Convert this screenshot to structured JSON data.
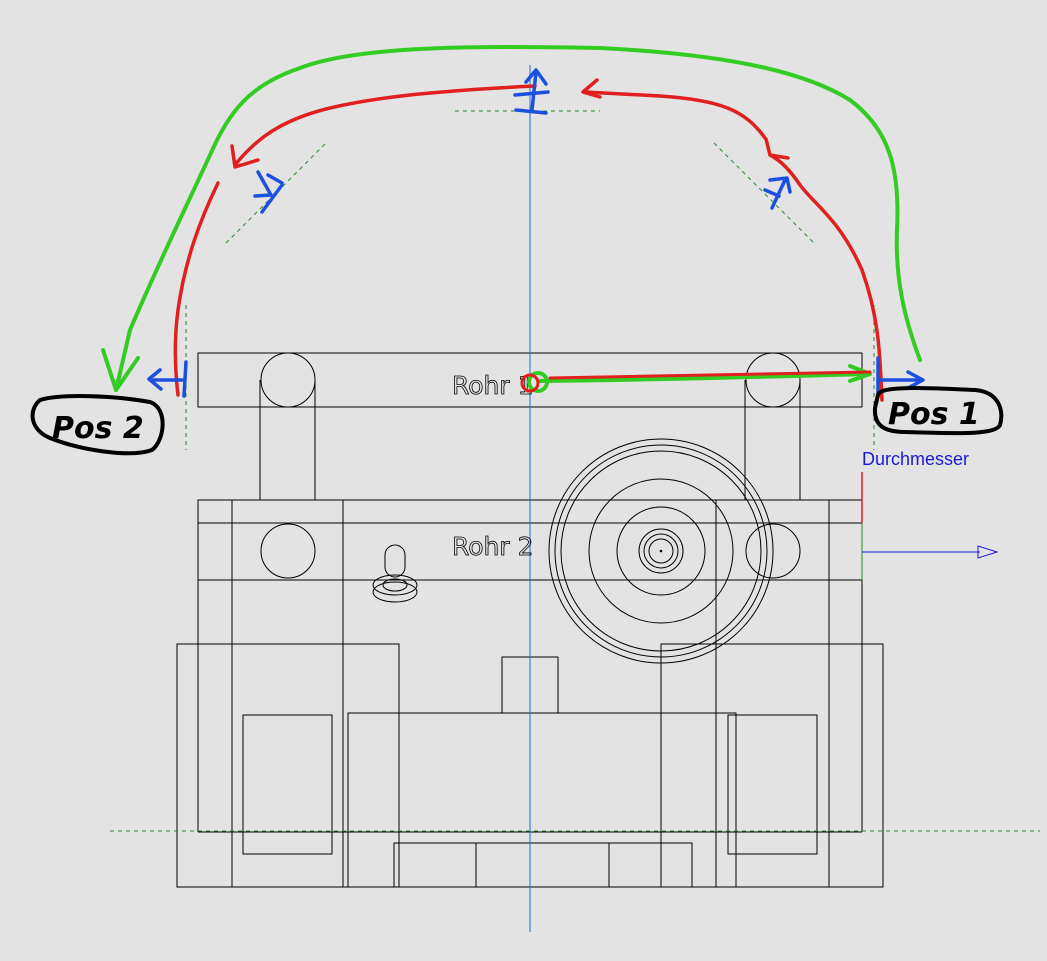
{
  "drawing": {
    "part_label_top": "Rohr 1",
    "part_label_middle": "Rohr 2",
    "dimension_label": "Durchmesser",
    "position_label_right": "Pos 1",
    "position_label_left": "Pos 2"
  },
  "colors": {
    "background": "#e3e3e3",
    "outline": "#000000",
    "centerline_blue": "#1e6fd9",
    "guide_dashed": "#2a8a2a",
    "path_red": "#e01f1f",
    "path_green": "#33cc22",
    "arrow_blue": "#1a4fe0",
    "dimension_blue": "#1a1ad6"
  },
  "icons": [
    "hand-drawn-arrow-icon",
    "dimension-arrow-icon"
  ]
}
